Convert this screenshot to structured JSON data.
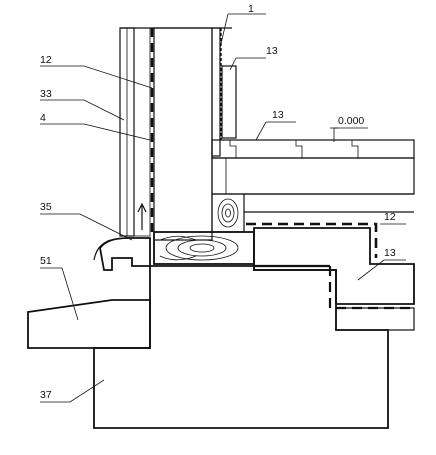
{
  "callouts": [
    {
      "id": "c1",
      "text": "1"
    },
    {
      "id": "c13a",
      "text": "13"
    },
    {
      "id": "c12a",
      "text": "12"
    },
    {
      "id": "c33",
      "text": "33"
    },
    {
      "id": "c4",
      "text": "4"
    },
    {
      "id": "c13b",
      "text": "13"
    },
    {
      "id": "c0000",
      "text": "0.000"
    },
    {
      "id": "c35",
      "text": "35"
    },
    {
      "id": "c12b",
      "text": "12"
    },
    {
      "id": "c13c",
      "text": "13"
    },
    {
      "id": "c51",
      "text": "51"
    },
    {
      "id": "c37",
      "text": "37"
    }
  ]
}
